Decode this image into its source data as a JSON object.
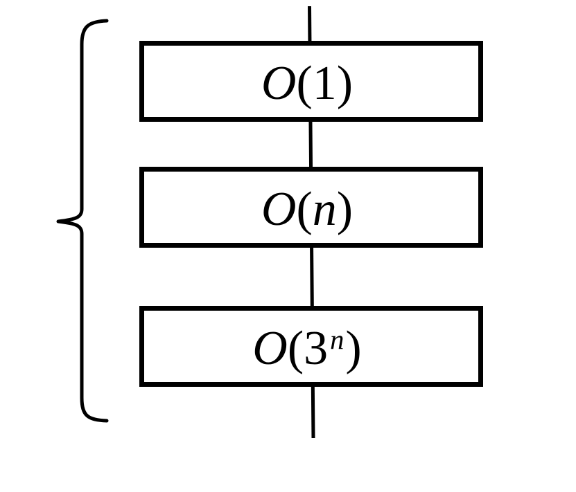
{
  "diagram": {
    "description": "Stack of three sequential program blocks with time-complexity labels, a vertical flow line through them, and a left curly brace grouping all three",
    "background_color": "#ffffff",
    "stroke_color": "#000000",
    "boxes": [
      {
        "text": "O(1)",
        "o": "O",
        "open_paren": "(",
        "arg_italic": "",
        "arg_upright": "1",
        "exponent": "",
        "close_paren": ")"
      },
      {
        "text": "O(n)",
        "o": "O",
        "open_paren": "(",
        "arg_italic": "n",
        "arg_upright": "",
        "exponent": "",
        "close_paren": ")"
      },
      {
        "text": "O(3^n)",
        "o": "O",
        "open_paren": "(",
        "arg_italic": "",
        "arg_upright": "3",
        "exponent": "n",
        "close_paren": ")"
      }
    ]
  }
}
